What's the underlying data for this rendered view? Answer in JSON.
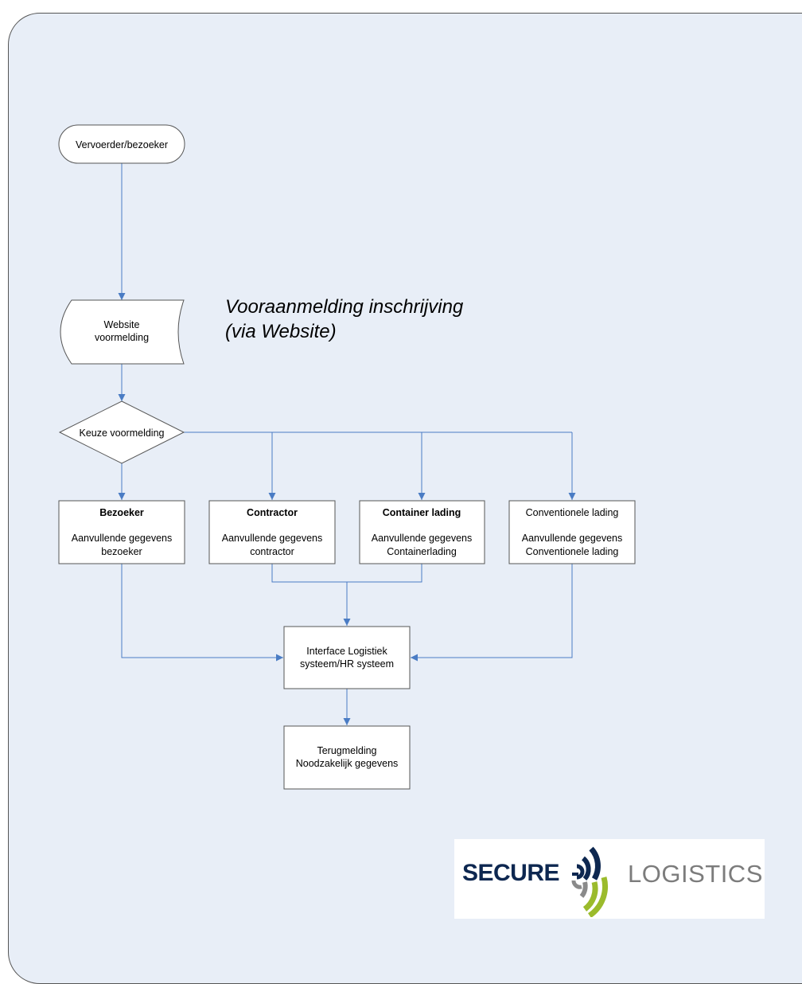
{
  "heading": {
    "line1": "Vooraanmelding inschrijving",
    "line2": "(via Website)"
  },
  "nodes": {
    "start": {
      "label": "Vervoerder/bezoeker"
    },
    "website": {
      "line1": "Website",
      "line2": "voormelding"
    },
    "decision": {
      "label": "Keuze voormelding"
    },
    "bezoeker": {
      "title": "Bezoeker",
      "line1": "Aanvullende gegevens",
      "line2": "bezoeker"
    },
    "contractor": {
      "title": "Contractor",
      "line1": "Aanvullende gegevens",
      "line2": "contractor"
    },
    "container": {
      "title": "Container lading",
      "line1": "Aanvullende gegevens",
      "line2": "Containerlading"
    },
    "conventioneel": {
      "title": "Conventionele lading",
      "line1": "Aanvullende gegevens",
      "line2": "Conventionele lading"
    },
    "interface": {
      "line1": "Interface Logistiek",
      "line2": "systeem/HR systeem"
    },
    "terugmelding": {
      "line1": "Terugmelding",
      "line2": "Noodzakelijk gegevens"
    }
  },
  "logo": {
    "word1": "SECURE",
    "word2": "LOGISTICS",
    "colors": {
      "navy": "#0d2750",
      "green": "#9bbb2c",
      "gray": "#8a8a8a"
    }
  },
  "colors": {
    "panel_background": "#e8eef7",
    "connector": "#4a7cc4"
  }
}
